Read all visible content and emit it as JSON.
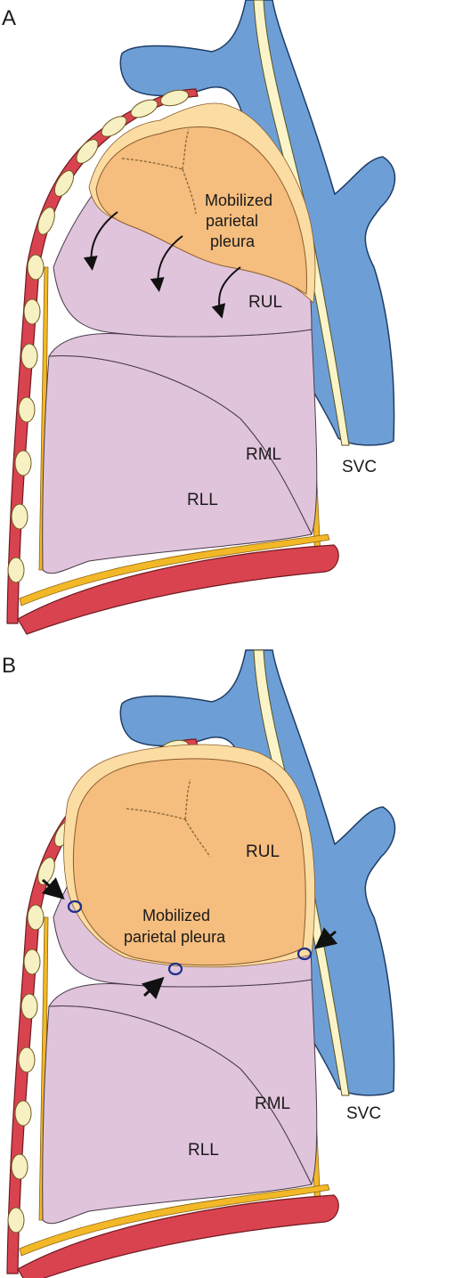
{
  "panels": [
    {
      "letter": "A",
      "labels": {
        "pleura_line1": "Mobilized",
        "pleura_line2": "parietal",
        "pleura_line3": "pleura",
        "rul": "RUL",
        "rml": "RML",
        "rll": "RLL",
        "svc": "SVC"
      }
    },
    {
      "letter": "B",
      "labels": {
        "pleura_line1": "Mobilized",
        "pleura_line2": "parietal pleura",
        "rul": "RUL",
        "rml": "RML",
        "rll": "RLL",
        "svc": "SVC"
      }
    }
  ],
  "colors": {
    "vein_fill": "#6d9fd6",
    "vein_stroke": "#1f3d66",
    "nerve_fill": "#faf4c8",
    "lung_fill": "#e0c4dc",
    "lung_stroke": "#4a3a4a",
    "pleura_fill": "#f5bd7e",
    "pleura_halo": "#fbdca3",
    "rib_fill": "#d9434f",
    "rib_stroke": "#6e1a20",
    "cartilage_fill": "#f6f0c2",
    "fascia_fill": "#f3b827",
    "suture_color": "#1d2e8a",
    "arrow_color": "#111111"
  }
}
